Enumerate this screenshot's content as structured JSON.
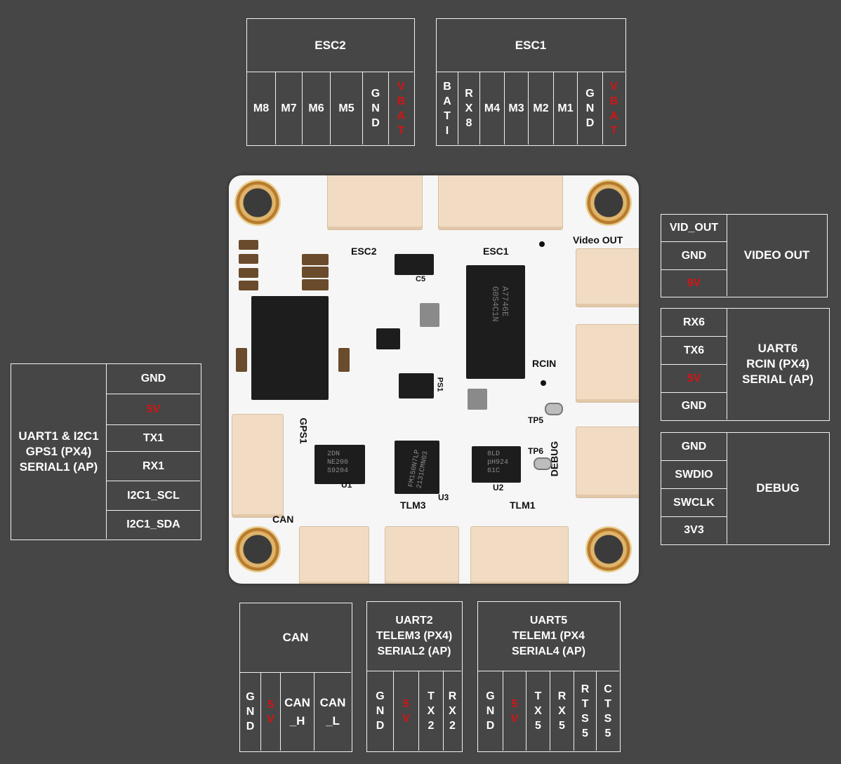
{
  "esc2": {
    "title": "ESC2",
    "pins": [
      "M8",
      "M7",
      "M6",
      "M5",
      "GND",
      "VBAT"
    ]
  },
  "esc1": {
    "title": "ESC1",
    "pins": [
      "BATI",
      "RX8",
      "M4",
      "M3",
      "M2",
      "M1",
      "GND",
      "VBAT"
    ]
  },
  "video_out": {
    "title": "VIDEO OUT",
    "pins": [
      "VID_OUT",
      "GND",
      "9V"
    ]
  },
  "uart6": {
    "title_line1": "UART6",
    "title_line2": "RCIN (PX4)",
    "title_line3": "SERIAL (AP)",
    "pins": [
      "RX6",
      "TX6",
      "5V",
      "GND"
    ]
  },
  "debug": {
    "title": "DEBUG",
    "pins": [
      "GND",
      "SWDIO",
      "SWCLK",
      "3V3"
    ]
  },
  "uart1": {
    "title_line1": "UART1 & I2C1",
    "title_line2": "GPS1 (PX4)",
    "title_line3": "SERIAL1 (AP)",
    "pins": [
      "GND",
      "5V",
      "TX1",
      "RX1",
      "I2C1_SCL",
      "I2C1_SDA"
    ]
  },
  "can": {
    "title": "CAN",
    "pins": [
      "GND",
      "5V",
      "CAN_H",
      "CAN_L"
    ]
  },
  "uart2": {
    "title_line1": "UART2",
    "title_line2": "TELEM3 (PX4)",
    "title_line3": "SERIAL2 (AP)",
    "pins": [
      "GND",
      "5V",
      "TX2",
      "RX2"
    ]
  },
  "uart5": {
    "title_line1": "UART5",
    "title_line2": "TELEM1 (PX4",
    "title_line3": "SERIAL4 (AP)",
    "pins": [
      "GND",
      "5V",
      "TX5",
      "RX5",
      "RTS5",
      "CTS5"
    ]
  },
  "board": {
    "silk_esc2": "ESC2",
    "silk_esc1": "ESC1",
    "silk_video_out": "Video OUT",
    "silk_rcin": "RCIN",
    "silk_gps1": "GPS1",
    "silk_tp5": "TP5",
    "silk_tp6": "TP6",
    "silk_debug": "DEBUG",
    "silk_can": "CAN",
    "silk_tlm3": "TLM3",
    "silk_tlm1": "TLM1",
    "silk_u1": "U1",
    "silk_u2": "U2",
    "silk_u3": "U3",
    "silk_c5": "C5",
    "silk_ps1": "PS1",
    "chip_main_line1": "A7746E",
    "chip_main_line2": "G0S4C1N",
    "chip_u3_line1": "FM150N7LP",
    "chip_u3_line2": "2131CMN03",
    "chip_u2_line1": "8LD",
    "chip_u2_line2": "pH924",
    "chip_u2_line3": "61C",
    "chip_u1_line1": "2DN",
    "chip_u1_line2": "NE200",
    "chip_u1_line3": "S9204"
  },
  "colors": {
    "background": "#464646",
    "border": "#f2f2f2",
    "power": "#d41414",
    "board": "#f6f6f6",
    "connector": "#f1dcc3"
  }
}
